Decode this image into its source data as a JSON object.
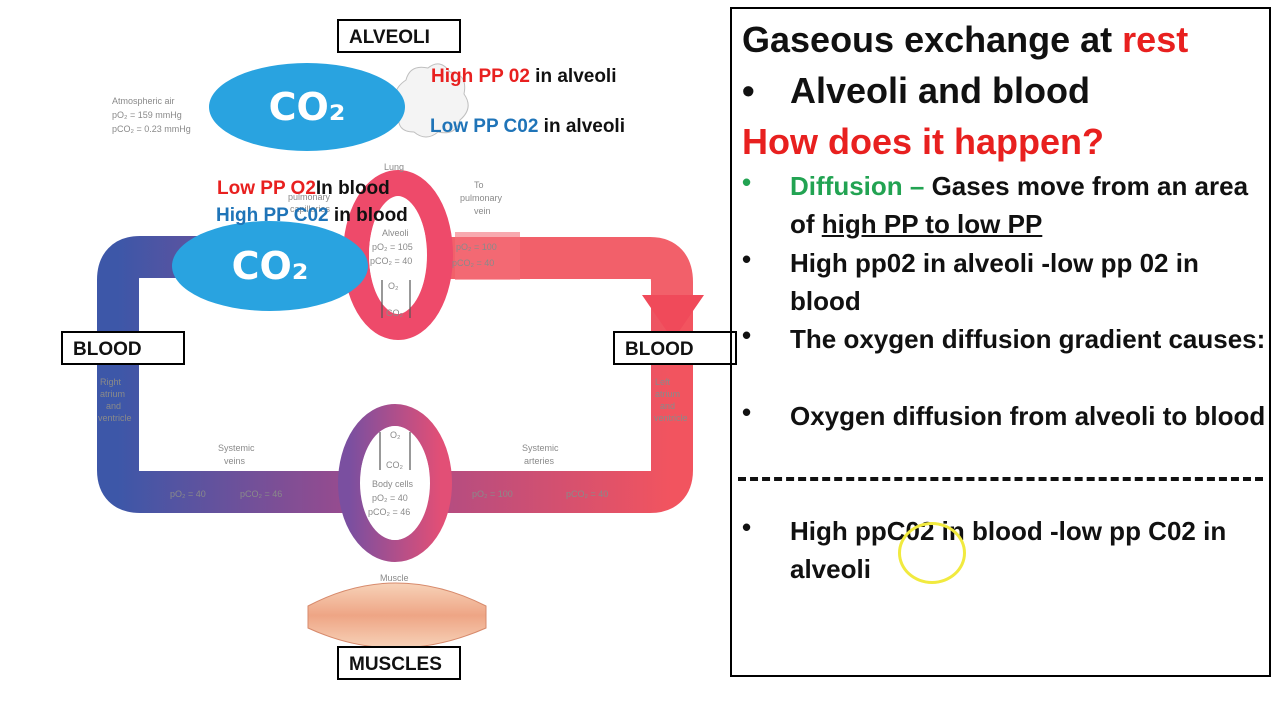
{
  "diagram": {
    "co2_top": "CO₂",
    "co2_mid": "CO₂",
    "atm_lines": [
      "Atmospheric air",
      "pO₂ = 159 mmHg",
      "pCO₂ = 0.23 mmHg"
    ],
    "lung_label": "Lung",
    "pulm_caps": [
      "pulmonary",
      "capillaries"
    ],
    "to_pulm_vein": [
      "To",
      "pulmonary",
      "vein"
    ],
    "alveoli_small": [
      "Alveoli",
      "pO₂ = 105",
      "pCO₂ = 40"
    ],
    "vein_values": [
      "pO₂ = 100",
      "pCO₂ = 40"
    ],
    "o2_label": "O₂",
    "co2_label": "CO₂",
    "right_atrium": [
      "Right",
      "atrium",
      "and",
      "ventricle"
    ],
    "left_atrium": [
      "Left",
      "atrium",
      "and",
      "ventricle"
    ],
    "sys_veins": [
      "Systemic",
      "veins"
    ],
    "sys_arteries": [
      "Systemic",
      "arteries"
    ],
    "vein_po2": "pO₂ = 40",
    "vein_pco2": "pCO₂ = 46",
    "art_po2": "pO₂ = 100",
    "art_pco2": "pCO₂ = 40",
    "body_cells": [
      "Body cells",
      "pO₂ = 40",
      "pCO₂ = 46"
    ],
    "muscle_label": "Muscle"
  },
  "labels": {
    "alveoli_box": "ALVEOLI",
    "blood_left": "BLOOD",
    "blood_right": "BLOOD",
    "muscles_box": "MUSCLES"
  },
  "annotations": {
    "a1_red": "High PP 02",
    "a1_rest": " in alveoli",
    "a2_blue": "Low PP C02",
    "a2_rest": " in alveoli",
    "a3_red": "Low PP O2",
    "a3_rest": "In blood",
    "a4_blue": "High PP C02",
    "a4_rest": " in blood"
  },
  "panel": {
    "title_main": "Gaseous exchange at ",
    "title_accent": "rest",
    "subtitle": "Alveoli and blood",
    "question": "How does it happen?",
    "bullet_dot": "•",
    "b1_green": "Diffusion – ",
    "b1_rest": "Gases move from an area of ",
    "b1_underline": "high PP to low PP",
    "b2": "High pp02 in alveoli -low pp 02 in blood",
    "b3": "The oxygen diffusion gradient causes:",
    "b4": "Oxygen diffusion from alveoli to blood",
    "b5": "High ppC02 in blood -low pp C02 in alveoli"
  },
  "colors": {
    "red_accent": "#e8201f",
    "blue_accent": "#1f74b8",
    "green_accent": "#22a352",
    "co2_blob": "#29a3e0"
  }
}
